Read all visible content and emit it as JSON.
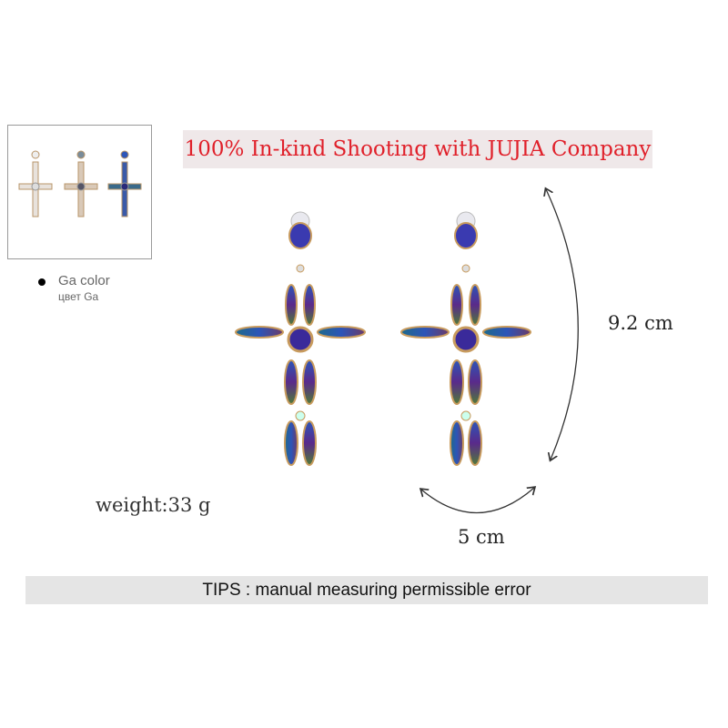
{
  "banner_text": "100% In-kind Shooting with JUJIA Company",
  "color_option": {
    "label_en": "Ga color",
    "label_ru": "цвет Ga"
  },
  "dimensions": {
    "height": "9.2 cm",
    "width": "5 cm"
  },
  "weight": "weight:33 g",
  "tips": "TIPS : manual measuring permissible error",
  "colors": {
    "banner_bg": "#efe8e9",
    "banner_text": "#e0202a",
    "tips_bg": "#e5e5e5",
    "gold": "#c89b5e",
    "stone_blue": "#2d55b8",
    "stone_purple": "#5a2a8a",
    "stone_green": "#4f7a3a"
  }
}
